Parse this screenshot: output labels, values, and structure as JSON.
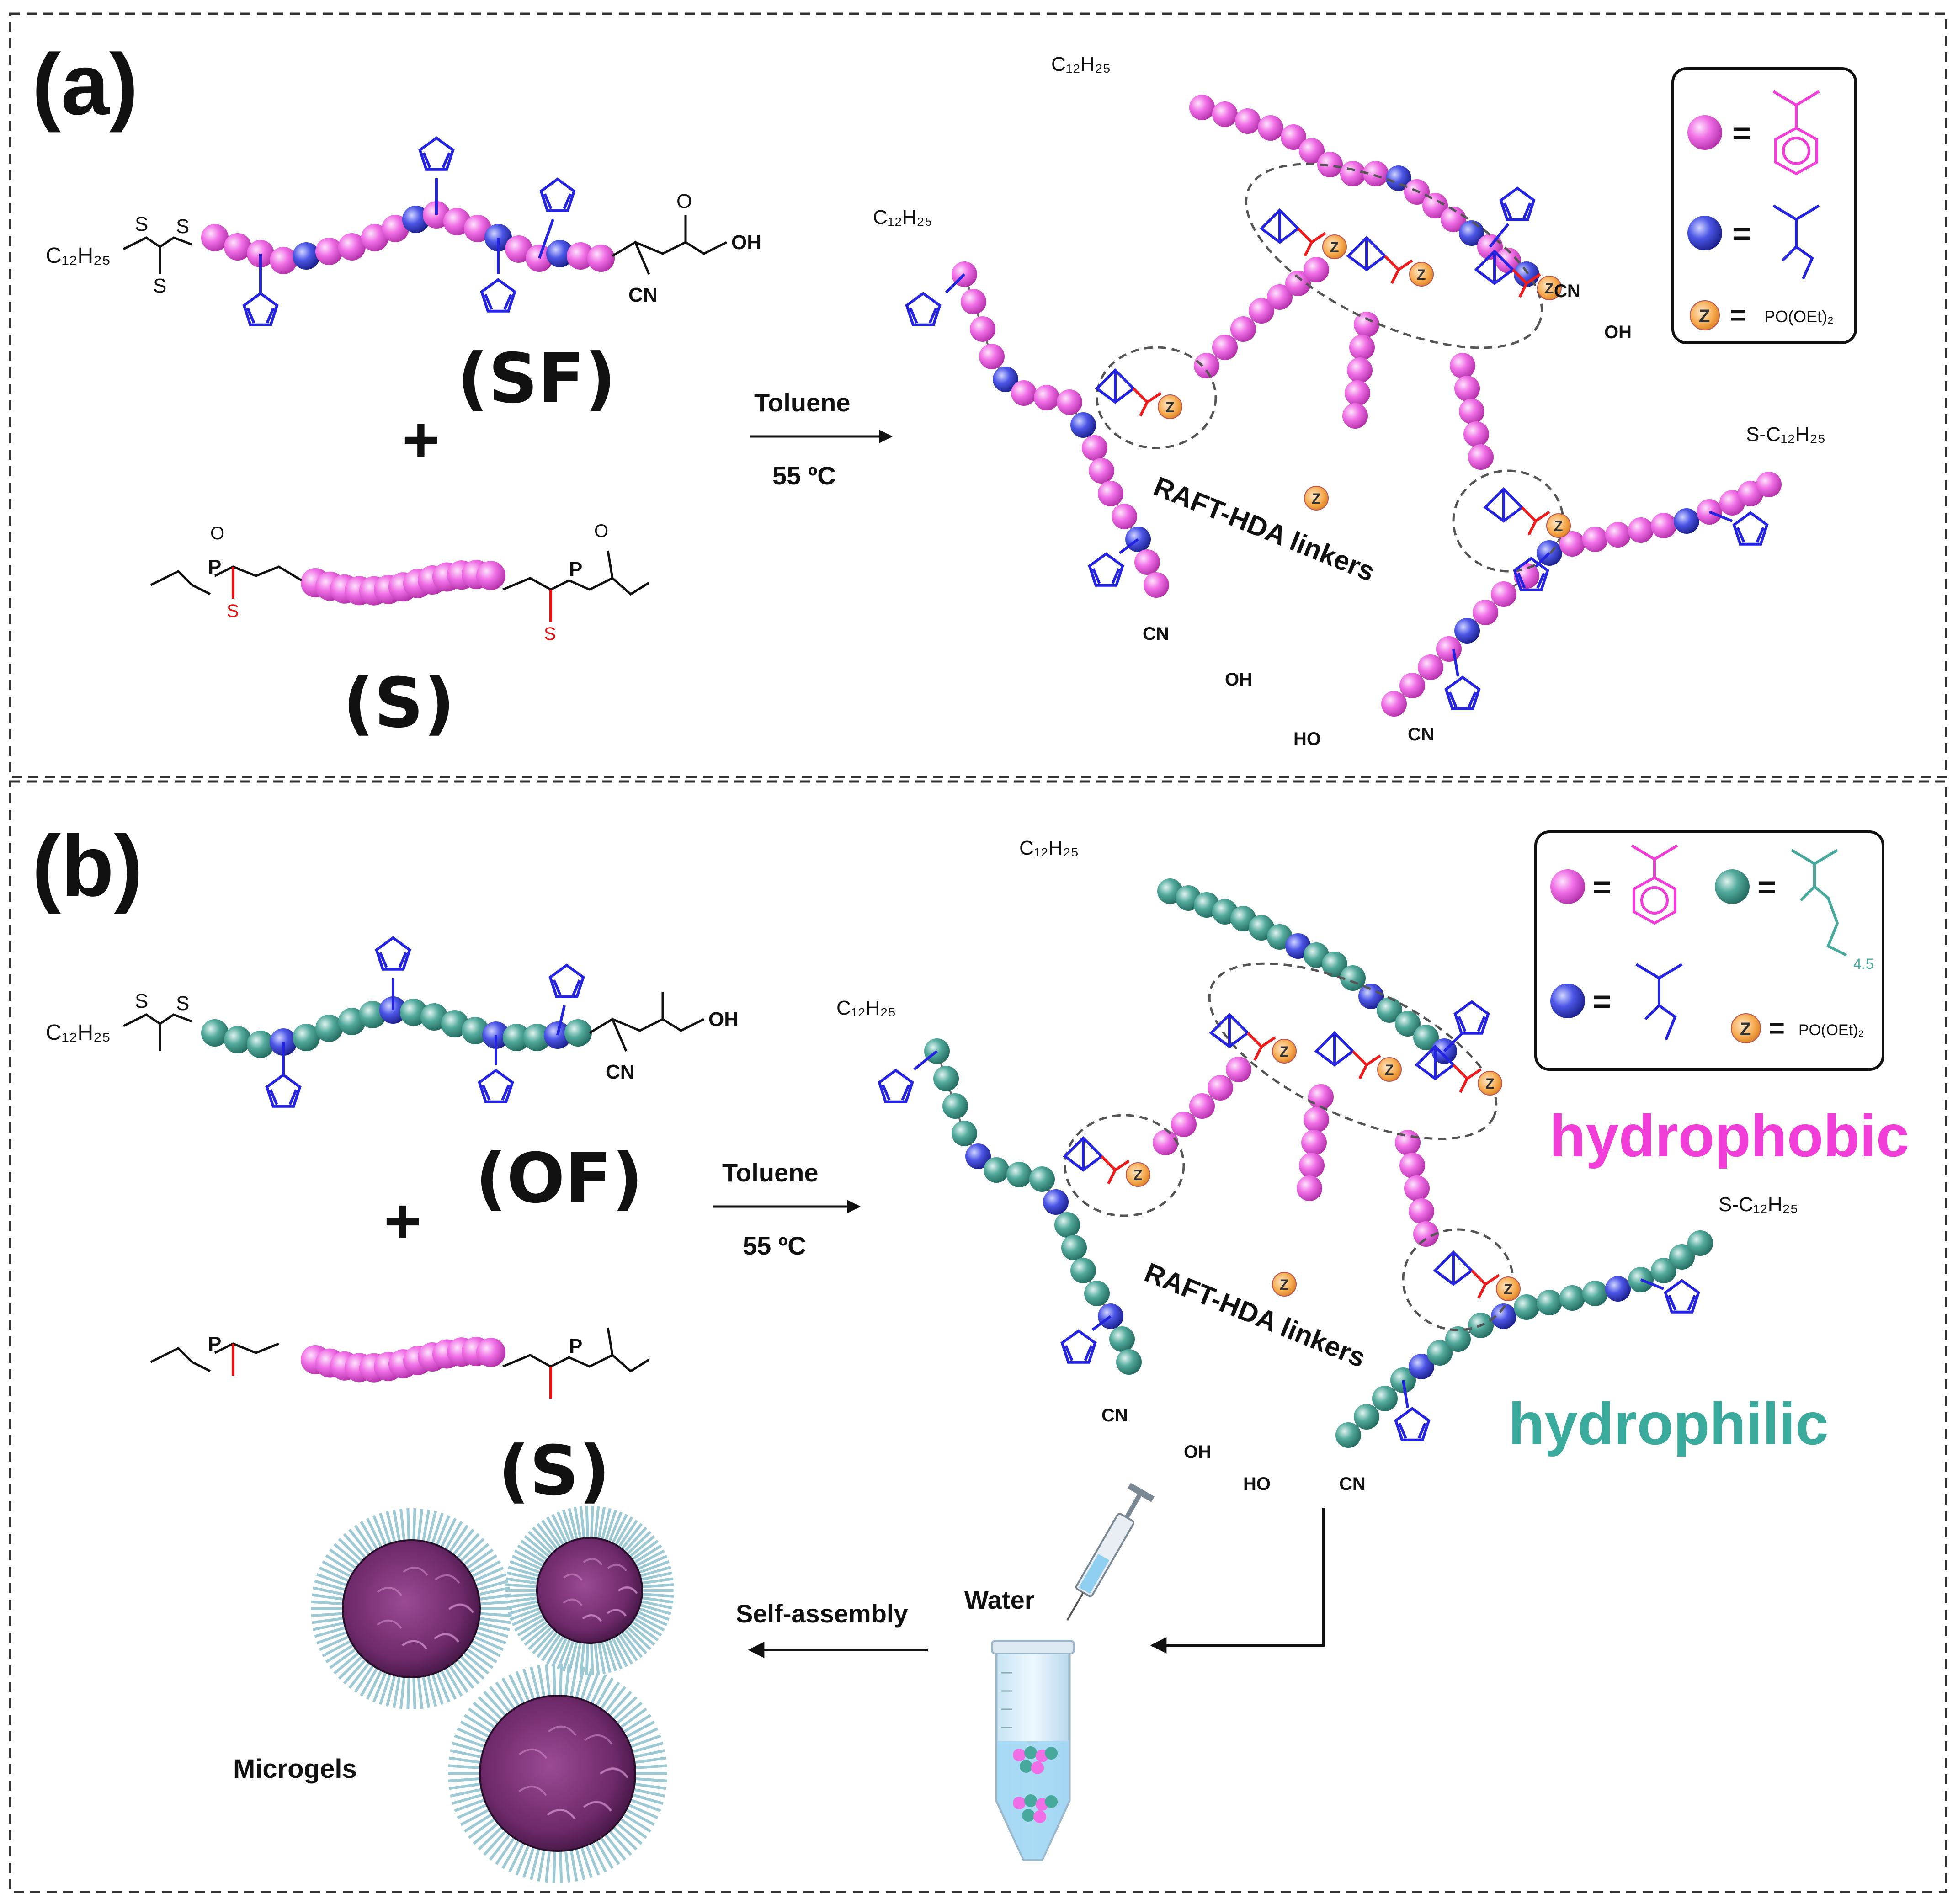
{
  "panel_a": {
    "label": "(a)",
    "polymer_sf": "(SF)",
    "plus": "+",
    "polymer_s": "(S)",
    "arrow_top": "Toluene",
    "arrow_bottom": "55 ºC",
    "linkers": "RAFT-HDA linkers",
    "c12": "C₁₂H₂₅",
    "s": "S",
    "cn": "CN",
    "oh": "OH",
    "ho": "HO",
    "o": "O",
    "p": "P",
    "s_c12": "S-C₁₂H₂₅",
    "legend": {
      "eq": "=",
      "z": "Z",
      "z_def": "PO(OEt)₂"
    }
  },
  "panel_b": {
    "label": "(b)",
    "polymer_of": "(OF)",
    "plus": "+",
    "polymer_s": "(S)",
    "arrow_top": "Toluene",
    "arrow_bottom": "55 ºC",
    "linkers": "RAFT-HDA linkers",
    "hydrophobic": "hydrophobic",
    "hydrophilic": "hydrophilic",
    "water": "Water",
    "self_assembly": "Self-assembly",
    "microgels": "Microgels",
    "legend": {
      "eq": "=",
      "z": "Z",
      "z_def": "PO(OEt)₂",
      "peg_n": "4.5"
    }
  },
  "colors": {
    "styrene": "#f06fe6",
    "furan_unit": "#3a44d8",
    "oligo_peg": "#46a99c",
    "z_group": "#f5a84a",
    "furan_ring": "#2424e0",
    "thio": "#ee1c1c",
    "hydrophobic_text": "#f23ed8",
    "hydrophilic_text": "#3aaa9c",
    "microgel_core": "#6e2a6a"
  }
}
